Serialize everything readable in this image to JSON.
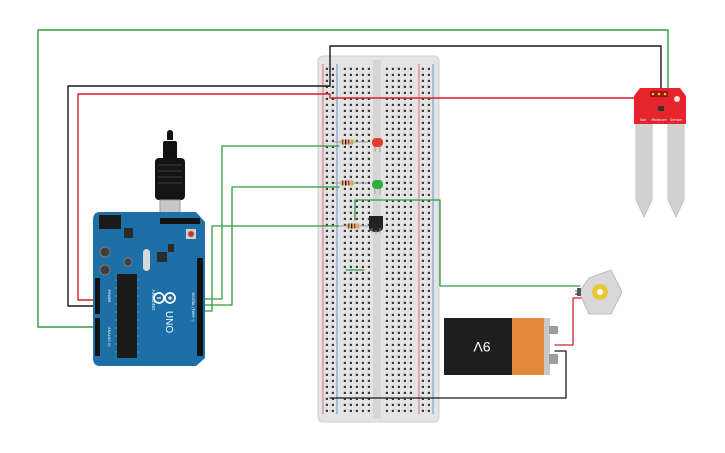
{
  "colors": {
    "background": "#ffffff",
    "wire_green": "#2e9e3e",
    "wire_red": "#d0202a",
    "wire_black": "#1a1a1a",
    "arduino_blue": "#1d6fa8",
    "breadboard": "#e4e4e4",
    "sensor_red": "#e5252b",
    "battery_orange": "#e08a3a",
    "battery_black": "#1e1e1e",
    "led_red": "#e33b2f",
    "led_green": "#2fae3a",
    "transistor": "#222222",
    "motor": "#d9d9d9",
    "motor_shaft": "#f0c419"
  },
  "arduino": {
    "brand": "ARDUINO",
    "model": "UNO",
    "label_analog": "ANALOG IN",
    "label_digital": "DIGITAL (PWM~)",
    "label_power": "POWER"
  },
  "sensor": {
    "label_left": "Soil",
    "label_mid": "Moisture",
    "label_right": "Sensor"
  },
  "battery": {
    "label": "9V"
  },
  "icons": {
    "usb": "usb-plug-icon",
    "logo": "infinity-logo-icon"
  }
}
